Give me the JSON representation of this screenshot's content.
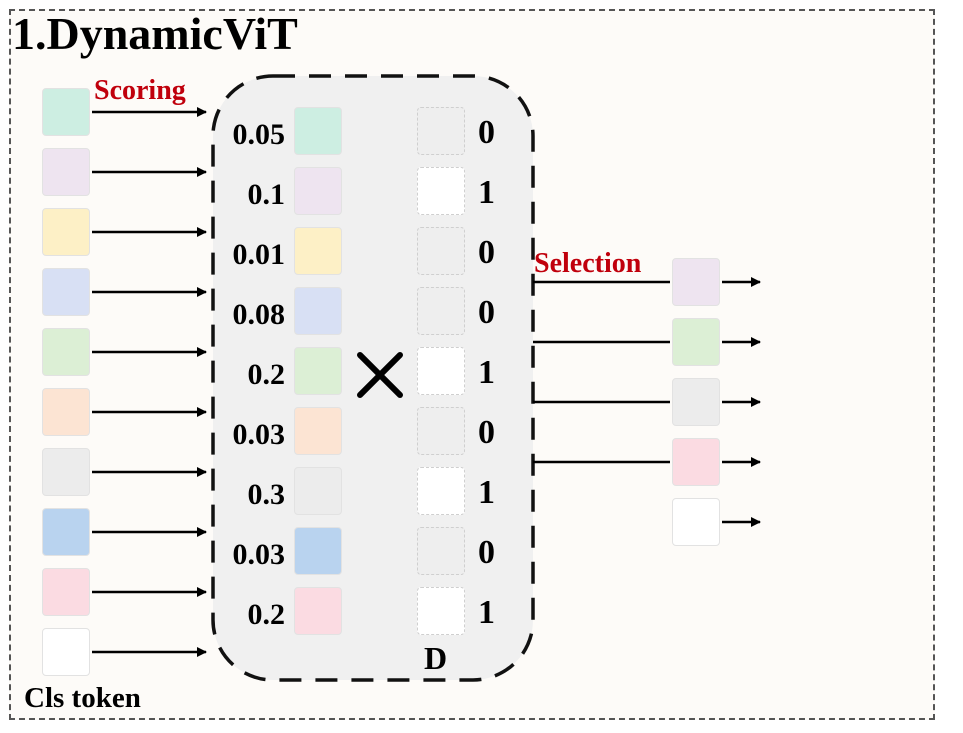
{
  "title": "1.DynamicViT",
  "labels": {
    "scoring": "Scoring",
    "selection": "Selection",
    "cls_token": "Cls token",
    "mask_label": "D"
  },
  "operator_icon": "multiply-icon",
  "input_tokens": [
    {
      "color": "#cdeee2"
    },
    {
      "color": "#eee4f0"
    },
    {
      "color": "#fdf0c6"
    },
    {
      "color": "#d8e0f4"
    },
    {
      "color": "#dcefd5"
    },
    {
      "color": "#fce4d3"
    },
    {
      "color": "#ececec"
    },
    {
      "color": "#b9d3ef"
    },
    {
      "color": "#fbdbe2"
    },
    {
      "color": "#ffffff"
    }
  ],
  "scored_tokens": [
    {
      "score": "0.05",
      "color": "#cdeee2",
      "mask": "0"
    },
    {
      "score": "0.1",
      "color": "#eee4f0",
      "mask": "1"
    },
    {
      "score": "0.01",
      "color": "#fdf0c6",
      "mask": "0"
    },
    {
      "score": "0.08",
      "color": "#d8e0f4",
      "mask": "0"
    },
    {
      "score": "0.2",
      "color": "#dcefd5",
      "mask": "1"
    },
    {
      "score": "0.03",
      "color": "#fce4d3",
      "mask": "0"
    },
    {
      "score": "0.3",
      "color": "#ececec",
      "mask": "1"
    },
    {
      "score": "0.03",
      "color": "#b9d3ef",
      "mask": "0"
    },
    {
      "score": "0.2",
      "color": "#fbdbe2",
      "mask": "1"
    }
  ],
  "mask_colors": {
    "zero": "#eeeeee",
    "one": "#ffffff"
  },
  "output_tokens": [
    {
      "color": "#eee4f0"
    },
    {
      "color": "#dcefd5"
    },
    {
      "color": "#ececec"
    },
    {
      "color": "#fbdbe2"
    },
    {
      "color": "#ffffff"
    }
  ]
}
